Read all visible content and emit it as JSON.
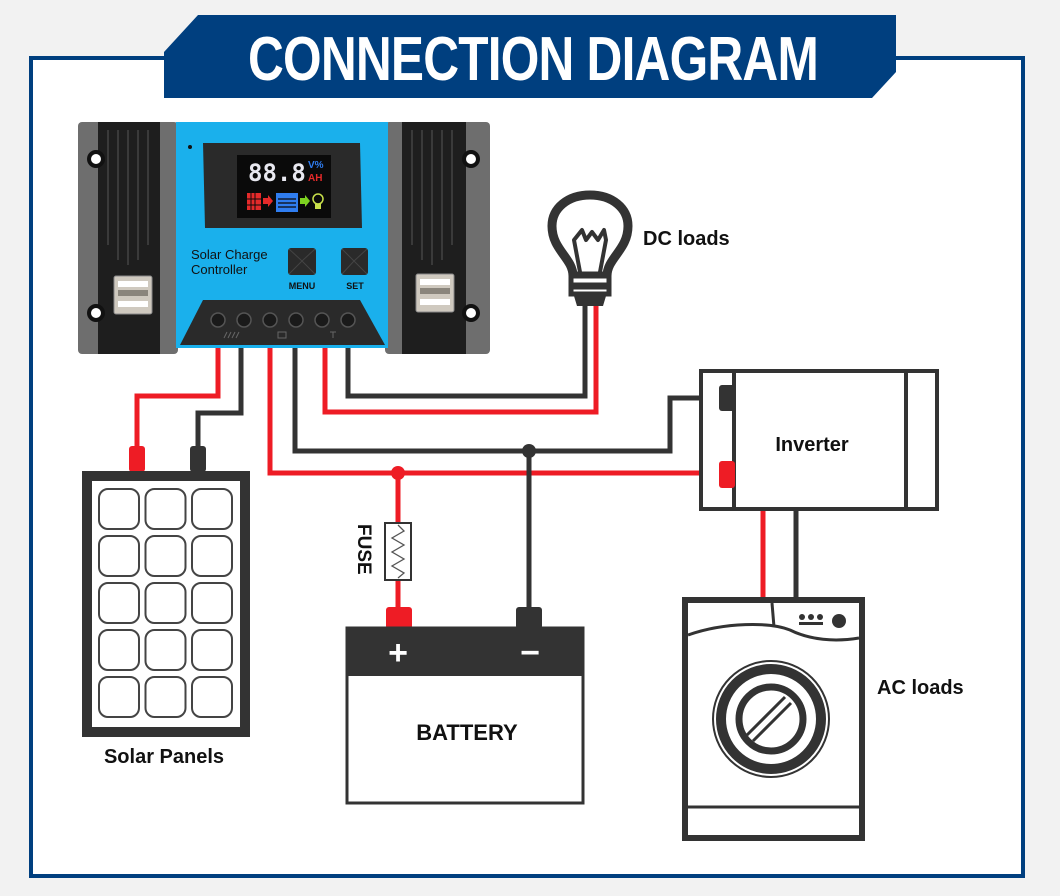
{
  "header": {
    "title": "CONNECTION DIAGRAM"
  },
  "colors": {
    "frame": "#003f7f",
    "positive_wire": "#ee1c25",
    "negative_wire": "#333333",
    "controller_body": "#1ab0ec",
    "background": "#f2f2f2"
  },
  "controller": {
    "name_line1": "Solar Charge",
    "name_line2": "Controller",
    "display_digits": "88.8",
    "display_unit_top": "V%",
    "display_unit_bottom": "AH",
    "menu_button": "MENU",
    "set_button": "SET",
    "terminal_groups": [
      "solar-panel-terminals",
      "battery-terminals",
      "load-terminals"
    ]
  },
  "components": {
    "dc_loads": "DC loads",
    "inverter": "Inverter",
    "solar_panels": "Solar Panels",
    "battery": "BATTERY",
    "battery_positive": "+",
    "battery_negative": "−",
    "fuse": "FUSE",
    "ac_loads": "AC loads"
  }
}
